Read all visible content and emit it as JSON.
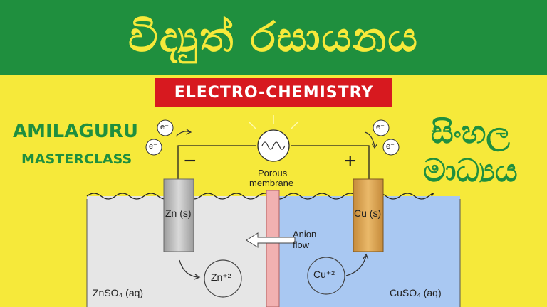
{
  "header": {
    "title": "විද්‍යුත් රසායනය",
    "bg_color": "#1f8f3e",
    "text_color": "#f6e93a"
  },
  "subtitle": {
    "text": "ELECTRO-CHEMISTRY",
    "bg_color": "#d7191f"
  },
  "brand": {
    "line1": "AMILAGURU",
    "line2": "MASTERCLASS"
  },
  "medium": {
    "line1": "සිංහල",
    "line2": "මාධ්‍යය"
  },
  "diagram": {
    "electron_label": "e⁻",
    "minus_sign": "−",
    "plus_sign": "+",
    "membrane_label_1": "Porous",
    "membrane_label_2": "membrane",
    "anode_label": "Zn (s)",
    "cathode_label": "Cu (s)",
    "anion_label_1": "Anion",
    "anion_label_2": "flow",
    "zn_ion": "Zn⁺²",
    "cu_ion": "Cu⁺²",
    "left_solution": "ZnSO₄ (aq)",
    "right_solution": "CuSO₄ (aq)"
  }
}
